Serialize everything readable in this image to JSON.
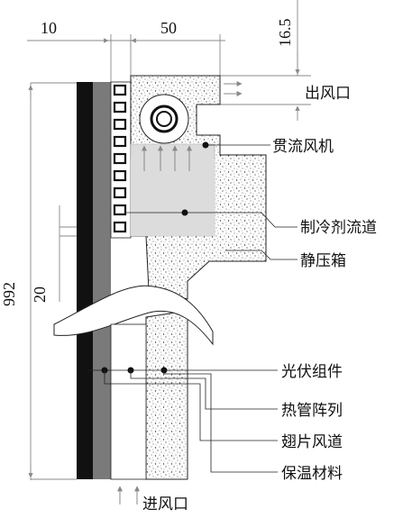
{
  "dimensions": {
    "top_left": "10",
    "top_right": "50",
    "top_vertical": "16.5",
    "height_total": "992",
    "gap_vertical": "20"
  },
  "labels": {
    "outlet": "出风口",
    "crossflow_fan": "贯流风机",
    "refrigerant_channel": "制冷剂流道",
    "plenum": "静压箱",
    "pv_module": "光伏组件",
    "heat_pipe_array": "热管阵列",
    "fin_duct": "翅片风道",
    "insulation": "保温材料",
    "inlet": "进风口"
  },
  "colors": {
    "pv_layer": "#111111",
    "heat_pipe_layer": "#7a7a7a",
    "plenum_fill": "#dcdcdc",
    "insulation_fill": "#ffffff",
    "stroke": "#222222"
  }
}
